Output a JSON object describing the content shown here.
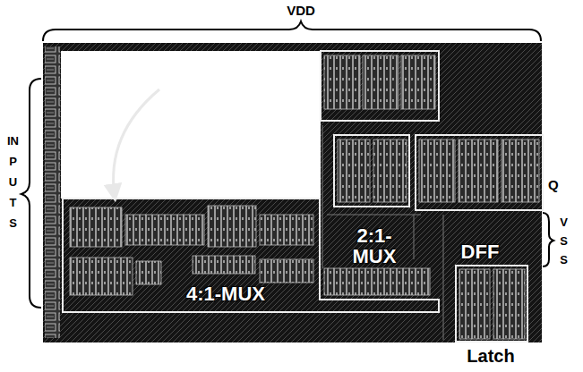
{
  "diagram": {
    "nodes": [
      {
        "text": [
          "4:1-MUX"
        ]
      },
      {
        "text": [
          "2:1- MUX"
        ]
      },
      {
        "text": [
          "DFF"
        ]
      },
      {
        "text": [
          "Latch"
        ]
      }
    ],
    "labels": [
      "VDD",
      "INPUTS",
      "Q",
      "VSS"
    ]
  }
}
